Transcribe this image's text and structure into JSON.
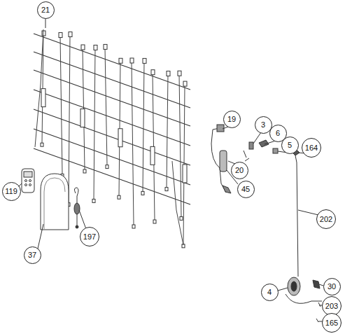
{
  "diagram": {
    "nodes": [
      {
        "text": [
          "21"
        ]
      },
      {
        "text": [
          "19"
        ]
      },
      {
        "text": [
          "3"
        ]
      },
      {
        "text": [
          "6"
        ]
      },
      {
        "text": [
          "5"
        ]
      },
      {
        "text": [
          "164"
        ]
      },
      {
        "text": [
          "20"
        ]
      },
      {
        "text": [
          "45"
        ]
      },
      {
        "text": [
          "119"
        ]
      },
      {
        "text": [
          "202"
        ]
      },
      {
        "text": [
          "197"
        ]
      },
      {
        "text": [
          "37"
        ]
      },
      {
        "text": [
          "4"
        ]
      },
      {
        "text": [
          "30"
        ]
      },
      {
        "text": [
          "203"
        ]
      },
      {
        "text": [
          "165"
        ]
      }
    ]
  }
}
